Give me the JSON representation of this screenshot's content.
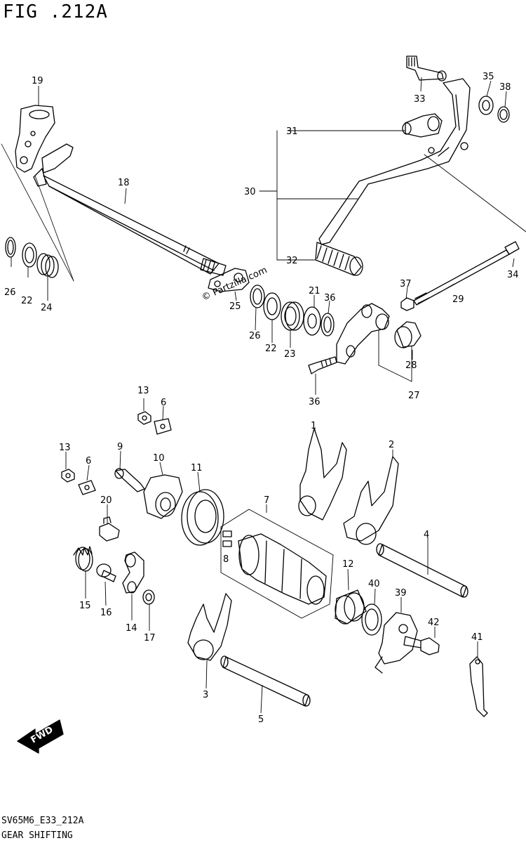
{
  "figure": {
    "title": "FIG .212A",
    "code": "SV65M6_E33_212A",
    "name": "GEAR SHIFTING",
    "watermark": "© Partzilla.com",
    "fwd_label": "FWD"
  },
  "callouts": [
    "1",
    "2",
    "3",
    "4",
    "5",
    "6",
    "6",
    "7",
    "8",
    "9",
    "10",
    "11",
    "12",
    "13",
    "13",
    "14",
    "15",
    "16",
    "17",
    "18",
    "19",
    "20",
    "21",
    "22",
    "22",
    "23",
    "24",
    "25",
    "26",
    "26",
    "27",
    "28",
    "29",
    "30",
    "31",
    "32",
    "33",
    "34",
    "35",
    "36",
    "36",
    "37",
    "38",
    "39",
    "40",
    "41",
    "42"
  ]
}
